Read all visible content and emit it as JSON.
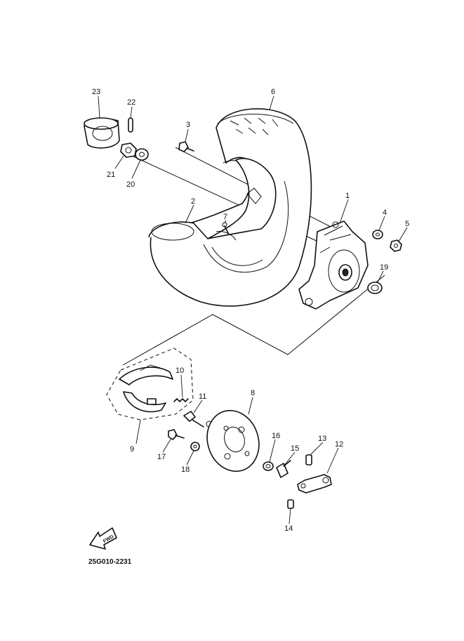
{
  "diagram": {
    "callouts": [
      {
        "id": "c23",
        "text": "23"
      },
      {
        "id": "c22",
        "text": "22"
      },
      {
        "id": "c21",
        "text": "21"
      },
      {
        "id": "c20",
        "text": "20"
      },
      {
        "id": "c3",
        "text": "3"
      },
      {
        "id": "c6",
        "text": "6"
      },
      {
        "id": "c2",
        "text": "2"
      },
      {
        "id": "c7",
        "text": "7"
      },
      {
        "id": "c1",
        "text": "1"
      },
      {
        "id": "c4",
        "text": "4"
      },
      {
        "id": "c5",
        "text": "5"
      },
      {
        "id": "c19",
        "text": "19"
      },
      {
        "id": "c10",
        "text": "10"
      },
      {
        "id": "c9",
        "text": "9"
      },
      {
        "id": "c11",
        "text": "11"
      },
      {
        "id": "c8",
        "text": "8"
      },
      {
        "id": "c17",
        "text": "17"
      },
      {
        "id": "c18",
        "text": "18"
      },
      {
        "id": "c16",
        "text": "16"
      },
      {
        "id": "c15",
        "text": "15"
      },
      {
        "id": "c13",
        "text": "13"
      },
      {
        "id": "c12",
        "text": "12"
      },
      {
        "id": "c14",
        "text": "14"
      }
    ],
    "fwd_label": "FWD",
    "drawing_code": "25G010-2231"
  }
}
